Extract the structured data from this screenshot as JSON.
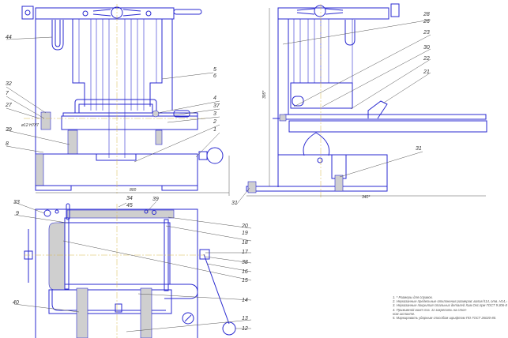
{
  "drawing": {
    "front_view": {
      "callouts": [
        "44",
        "5",
        "6",
        "32",
        "7",
        "27",
        "39",
        "8",
        "4",
        "37",
        "3",
        "2",
        "1"
      ],
      "fit_tolerance": "ø12 H7/f7",
      "width_dim": "800"
    },
    "side_view": {
      "callouts": [
        "28",
        "26",
        "23",
        "30",
        "22",
        "21",
        "31",
        "31"
      ],
      "height_dim": "395*",
      "width_dim": "340*"
    },
    "plan_view": {
      "callouts": [
        "33",
        "9",
        "34",
        "45",
        "39",
        "20",
        "19",
        "18",
        "17",
        "38",
        "16",
        "15",
        "14",
        "40",
        "13",
        "12"
      ]
    },
    "notes": [
      "1. * Размеры для справок.",
      "2. Неуказанные предельные отклонения размеров: валов h14, отв. H14, ост. ±IT14/2.",
      "3. Неуказанные покрытия стальных деталей Хим.Окс.прм ГОСТ 9.306-85.",
      "4. Прижимной винт поз. 11 закрепить на стоп-",
      "ном шплинте.",
      "5. Маркировать ударным способом шрифтом ПО ГОСТ 26020-80."
    ]
  },
  "colors": {
    "line": "#2a2ad0",
    "centerline": "#d8b84a",
    "hatch": "#cfcfcf"
  }
}
